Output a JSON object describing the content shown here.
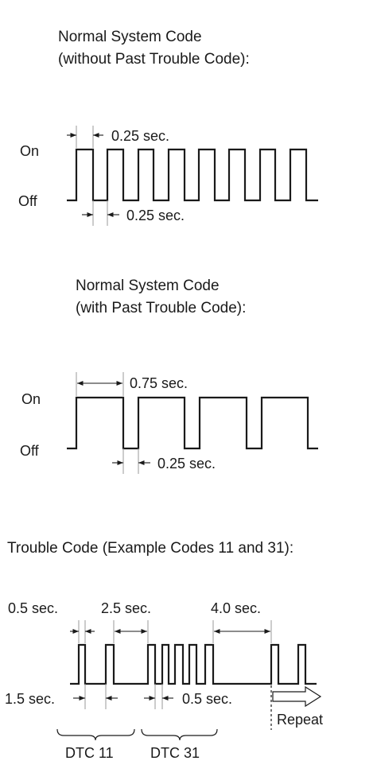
{
  "section1": {
    "title_line1": "Normal System Code",
    "title_line2": "(without Past Trouble Code):",
    "on_label": "On",
    "off_label": "Off",
    "top_dim": "0.25 sec.",
    "bottom_dim": "0.25 sec."
  },
  "section2": {
    "title_line1": "Normal System Code",
    "title_line2": "(with Past Trouble Code):",
    "on_label": "On",
    "off_label": "Off",
    "top_dim": "0.75 sec.",
    "bottom_dim": "0.25 sec."
  },
  "section3": {
    "title": "Trouble Code (Example Codes 11 and 31):",
    "dim_a": "0.5 sec.",
    "dim_b": "2.5 sec.",
    "dim_c": "4.0 sec.",
    "dim_d": "1.5 sec.",
    "dim_e": "0.5 sec.",
    "repeat_label": "Repeat",
    "group1_label": "DTC 11",
    "group2_label": "DTC 31"
  }
}
